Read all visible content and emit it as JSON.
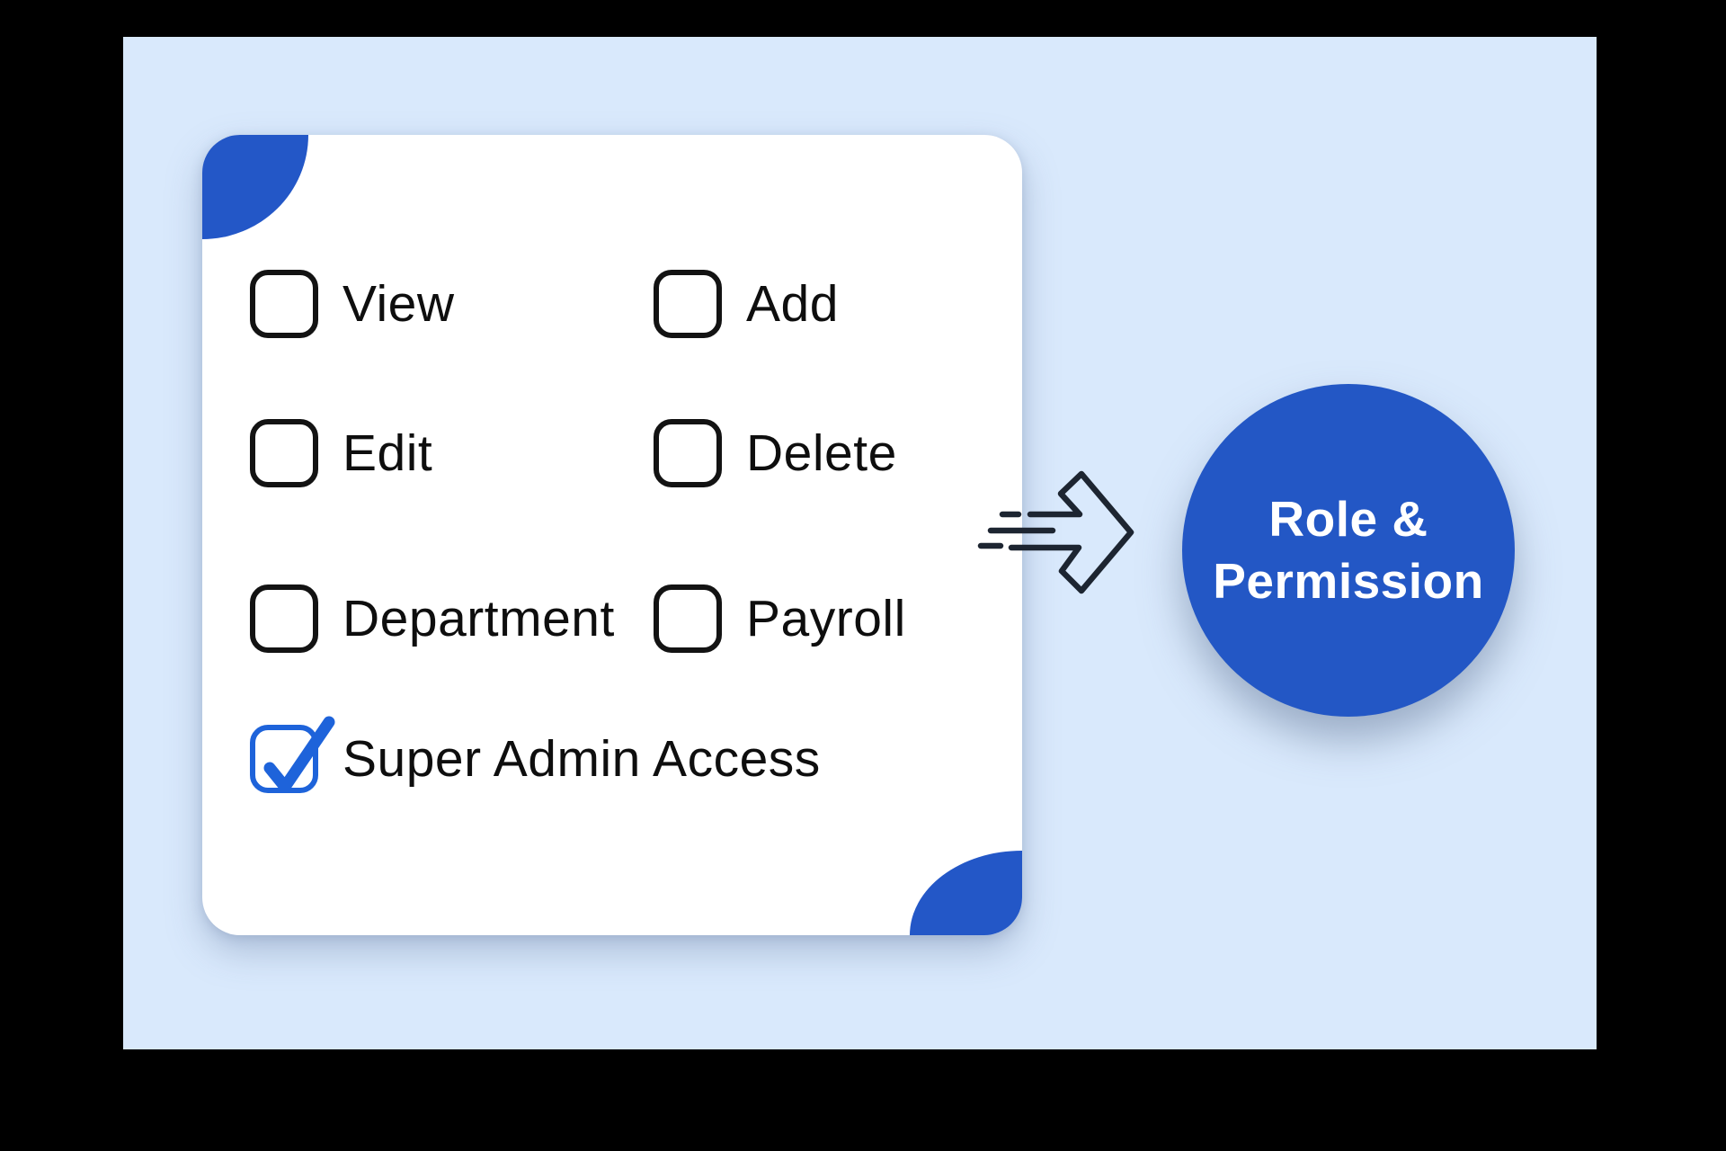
{
  "card": {
    "items": [
      {
        "label": "View",
        "checked": false
      },
      {
        "label": "Add",
        "checked": false
      },
      {
        "label": "Edit",
        "checked": false
      },
      {
        "label": "Delete",
        "checked": false
      },
      {
        "label": "Department",
        "checked": false
      },
      {
        "label": "Payroll",
        "checked": false
      },
      {
        "label": "Super Admin Access",
        "checked": true
      }
    ]
  },
  "badge": {
    "line1": "Role &",
    "line2": "Permission"
  },
  "colors": {
    "page_bg": "#000000",
    "panel_bg": "#d9e9fc",
    "card_bg": "#ffffff",
    "accent_blue": "#2357c7",
    "check_blue": "#1e63da",
    "text_dark": "#0e0e0e",
    "arrow_stroke": "#1d2531",
    "badge_text": "#ffffff"
  }
}
